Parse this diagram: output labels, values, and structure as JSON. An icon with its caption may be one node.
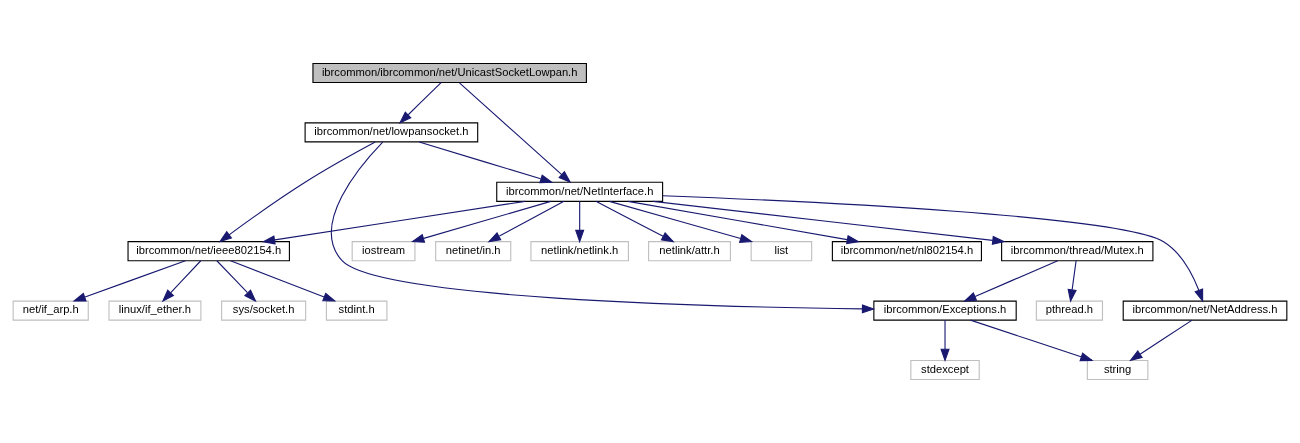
{
  "diagram": {
    "nodes": [
      {
        "text": [
          "ibrcommon/ibrcommon/net/UnicastSocketLowpan.h"
        ]
      },
      {
        "text": [
          "ibrcommon/net/lowpansocket.h"
        ]
      },
      {
        "text": [
          "ibrcommon/net/NetInterface.h"
        ]
      },
      {
        "text": [
          "ibrcommon/net/ieee802154.h"
        ]
      },
      {
        "text": [
          "list"
        ]
      },
      {
        "text": [
          "ibrcommon/net/nl802154.h"
        ]
      },
      {
        "text": [
          "ibrcommon/thread/Mutex.h"
        ]
      },
      {
        "text": [
          "iostream"
        ]
      },
      {
        "text": [
          "netinet/in.h"
        ]
      },
      {
        "text": [
          "netlink/netlink.h"
        ]
      },
      {
        "text": [
          "netlink/attr.h"
        ]
      },
      {
        "text": [
          "net/if_arp.h"
        ]
      },
      {
        "text": [
          "linux/if_ether.h"
        ]
      },
      {
        "text": [
          "sys/socket.h"
        ]
      },
      {
        "text": [
          "stdint.h"
        ]
      },
      {
        "text": [
          "ibrcommon/Exceptions.h"
        ]
      },
      {
        "text": [
          "pthread.h"
        ]
      },
      {
        "text": [
          "ibrcommon/net/NetAddress.h"
        ]
      },
      {
        "text": [
          "stdexcept"
        ]
      },
      {
        "text": [
          "string"
        ]
      }
    ],
    "edges": [
      {
        "from": 0,
        "to": 1,
        "arrow": "to"
      },
      {
        "from": 0,
        "to": 2,
        "arrow": "to"
      },
      {
        "from": 1,
        "to": 2,
        "arrow": "to"
      },
      {
        "from": 1,
        "to": 3,
        "arrow": "to"
      },
      {
        "from": 1,
        "to": 15,
        "arrow": "to"
      },
      {
        "from": 2,
        "to": 3,
        "arrow": "to"
      },
      {
        "from": 2,
        "to": 4,
        "arrow": "to"
      },
      {
        "from": 2,
        "to": 5,
        "arrow": "to"
      },
      {
        "from": 2,
        "to": 6,
        "arrow": "to"
      },
      {
        "from": 2,
        "to": 7,
        "arrow": "to"
      },
      {
        "from": 2,
        "to": 8,
        "arrow": "to"
      },
      {
        "from": 2,
        "to": 9,
        "arrow": "to"
      },
      {
        "from": 2,
        "to": 10,
        "arrow": "to"
      },
      {
        "from": 2,
        "to": 17,
        "arrow": "to"
      },
      {
        "from": 3,
        "to": 11,
        "arrow": "to"
      },
      {
        "from": 3,
        "to": 12,
        "arrow": "to"
      },
      {
        "from": 3,
        "to": 13,
        "arrow": "to"
      },
      {
        "from": 3,
        "to": 14,
        "arrow": "to"
      },
      {
        "from": 6,
        "to": 15,
        "arrow": "to"
      },
      {
        "from": 6,
        "to": 16,
        "arrow": "to"
      },
      {
        "from": 15,
        "to": 18,
        "arrow": "to"
      },
      {
        "from": 15,
        "to": 19,
        "arrow": "to"
      },
      {
        "from": 17,
        "to": 19,
        "arrow": "to"
      }
    ]
  }
}
